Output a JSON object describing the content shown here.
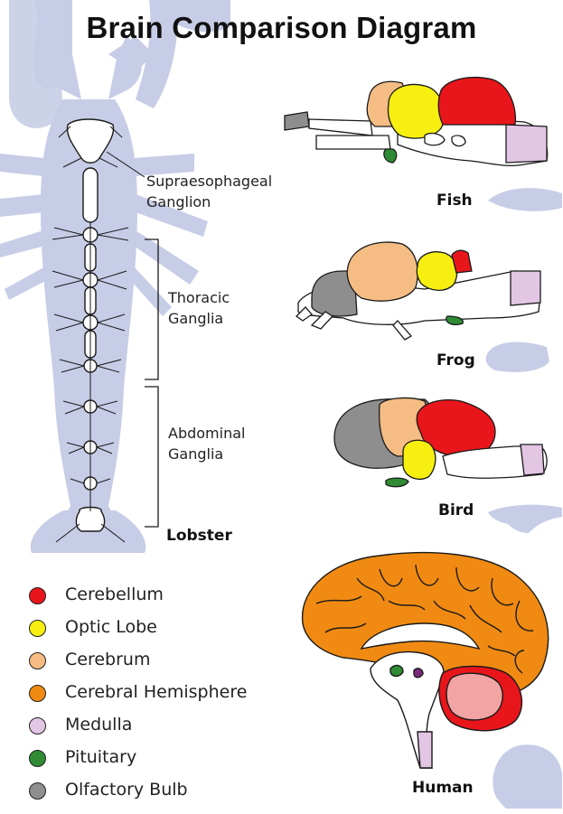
{
  "title": "Brain Comparison Diagram",
  "lobster": {
    "label_supra_line1": "Supraesophageal",
    "label_supra_line2": "Ganglion",
    "label_thoracic_line1": "Thoracic",
    "label_thoracic_line2": "Ganglia",
    "label_abdominal_line1": "Abdominal",
    "label_abdominal_line2": "Ganglia",
    "name": "Lobster"
  },
  "animals": {
    "fish": "Fish",
    "frog": "Frog",
    "bird": "Bird",
    "human": "Human"
  },
  "legend": [
    {
      "label": "Cerebellum",
      "color": "#e8161b"
    },
    {
      "label": "Optic Lobe",
      "color": "#f7ef10"
    },
    {
      "label": "Cerebrum",
      "color": "#f5bd84"
    },
    {
      "label": "Cerebral Hemisphere",
      "color": "#f08a12"
    },
    {
      "label": "Medulla",
      "color": "#e2c6e4"
    },
    {
      "label": "Pituitary",
      "color": "#2f8c34"
    },
    {
      "label": "Olfactory Bulb",
      "color": "#8e8e8e"
    }
  ],
  "colors": {
    "silhouette": "#c7cde6",
    "outline": "#1a1a1a",
    "human_cerebellum": "#f2a3a3"
  }
}
